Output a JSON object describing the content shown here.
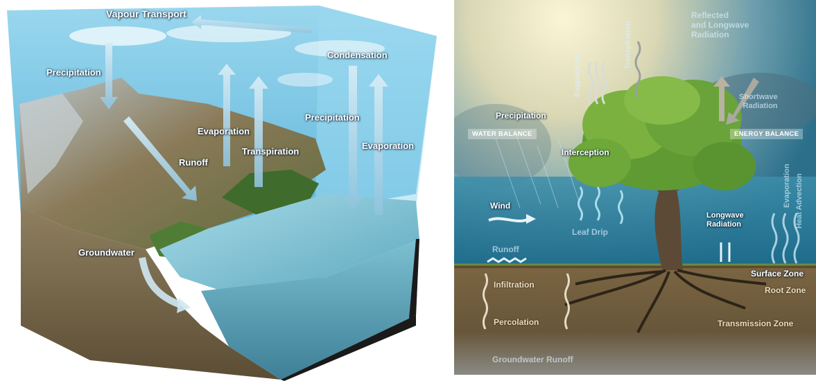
{
  "left_diagram": {
    "labels": {
      "vapour_transport": "Vapour Transport",
      "precipitation_left": "Precipitation",
      "condensation": "Condensation",
      "evaporation_center": "Evaporation",
      "transpiration": "Transpiration",
      "precipitation_right": "Precipitation",
      "evaporation_right": "Evaporation",
      "runoff": "Runoff",
      "groundwater": "Groundwater"
    },
    "colors": {
      "sky": "#8fd1ea",
      "water": "#6fb8cc",
      "soil": "#7a6a4a",
      "arrow": "#a9d3e8"
    }
  },
  "right_diagram": {
    "labels": {
      "evaporation_top": "Evaporation",
      "transpiration_top": "Transpiration",
      "reflected_line1": "Reflected",
      "reflected_line2": "and Longwave",
      "reflected_line3": "Radiation",
      "shortwave_line1": "Shortwave",
      "shortwave_line2": "Radiation",
      "precipitation": "Precipitation",
      "water_balance": "WATER BALANCE",
      "energy_balance": "ENERGY BALANCE",
      "interception": "Interception",
      "wind": "Wind",
      "leaf_drip": "Leaf Drip",
      "longwave_line1": "Longwave",
      "longwave_line2": "Radiation",
      "evaporation_side": "Evaporation",
      "heat_advection": "Heat Advection",
      "runoff": "Runoff",
      "surface_zone": "Surface Zone",
      "root_zone": "Root Zone",
      "infiltration": "Infiltration",
      "percolation": "Percolation",
      "transmission_zone": "Transmission Zone",
      "groundwater_runoff": "Groundwater Runoff"
    },
    "colors": {
      "sky_bright": "#f6efc8",
      "water": "#1f6f8e",
      "soil": "#6a5535",
      "foliage": "#5f9a33"
    }
  }
}
